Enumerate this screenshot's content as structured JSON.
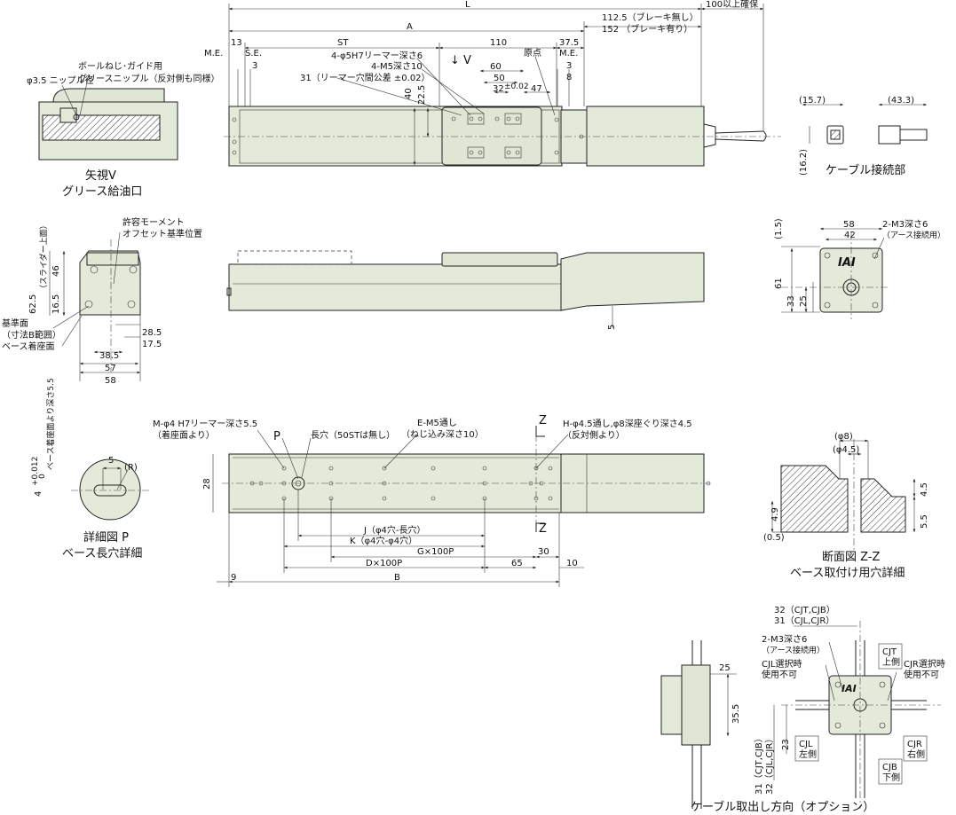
{
  "top_view": {
    "L": "L",
    "A": "A",
    "ST": "ST",
    "d110": "110",
    "d37_5": "37.5",
    "d13": "13",
    "me_left": "M.E.",
    "se": "S.E.",
    "d3_left": "3",
    "brake_none": "112.5（ブレーキ無し）",
    "brake_with": "152 （ブレーキ有り）",
    "clearance": "100以上確保",
    "reamer4": "4-φ5H7リーマー深さ6",
    "m5_4": "4-M5深さ10",
    "reamer_tol": "31（リーマー穴間公差 ±0.02）",
    "d60": "60",
    "d50": "50",
    "d32": "32",
    "d32_tol": "±0.02",
    "d47": "47",
    "origin": "原点",
    "me_right": "M.E.",
    "d3_right": "3",
    "d8": "8",
    "d40": "40",
    "d22_5": "22.5",
    "arrow_v": "↓ V"
  },
  "nipple": {
    "phi35": "φ3.5 ニップル径",
    "ball": "ボールねじ･ガイド用",
    "grease": "グリースニップル（反対側も同様）",
    "caption1": "矢視V",
    "caption2": "グリース給油口"
  },
  "cable_conn": {
    "d15_7": "(15.7)",
    "d43_3": "(43.3)",
    "d16_2": "(16.2)",
    "caption": "ケーブル接続部"
  },
  "end_view": {
    "moment1": "許容モーメント",
    "moment2": "オフセット基準位置",
    "d46": "46",
    "d62_5": "62.5",
    "slider_top": "（スライダー上面）",
    "d16_5": "16.5",
    "ref1": "基準面",
    "ref2": "（寸法B範囲）",
    "base_seat": "ベース着座面",
    "d28_5": "28.5",
    "d17_5": "17.5",
    "d38_5": "38.5",
    "d57": "57",
    "d58": "58"
  },
  "side_view": {
    "d5": "5"
  },
  "motor_end": {
    "d1_5": "(1.5)",
    "d58": "58",
    "d42": "42",
    "m3": "2-M3深さ6",
    "earth": "（アース接続用）",
    "d61": "61",
    "d33": "33",
    "d25": "25",
    "logo": "IAI"
  },
  "detail_p": {
    "tol_top": "+0.012",
    "tol_bot": "0",
    "dim4": "4",
    "depth": "ベース着座面より深さ5.5",
    "d5": "5",
    "R": "(R)",
    "caption1": "詳細図 P",
    "caption2": "ベース長穴詳細"
  },
  "bottom_view": {
    "mreamer": "M-φ4 H7リーマー深さ5.5",
    "seat": "（着座面より）",
    "P": "P",
    "slot": "長穴（50STは無し）",
    "em5": "E-M5通し",
    "screw": "（ねじ込み深さ10）",
    "h45": "H-φ4.5通し,φ8深座ぐり深さ4.5",
    "opp": "（反対側より）",
    "Z": "Z",
    "d28": "28",
    "J": "J（φ4穴-長穴）",
    "K": "K（φ4穴-φ4穴）",
    "G": "G×100P",
    "D": "D×100P",
    "d30": "30",
    "d65": "65",
    "d10": "10",
    "d9": "9",
    "B": "B"
  },
  "section_zz": {
    "phi8": "(φ8)",
    "phi4_5": "(φ4.5)",
    "d4_5": "4.5",
    "d5_5": "5.5",
    "d4_9": "4.9",
    "d0_5": "(0.5)",
    "caption1": "断面図 Z-Z",
    "caption2": "ベース取付け用穴詳細"
  },
  "cable_dir": {
    "d25": "25",
    "d35_5": "35.5",
    "d32a": "32（CJT,CJB）",
    "d31a": "31（CJL,CJR）",
    "m3": "2-M3深さ6",
    "earth": "（アース接続用）",
    "cjl_sel1": "CJL選択時",
    "cjl_sel2": "使用不可",
    "cjr_sel1": "CJR選択時",
    "cjr_sel2": "使用不可",
    "cjt1": "CJT",
    "cjt2": "上側",
    "cjl1": "CJL",
    "cjl2": "左側",
    "cjr1": "CJR",
    "cjr2": "右側",
    "cjb1": "CJB",
    "cjb2": "下側",
    "d23": "23",
    "d31b": "31（CJT,CJB）",
    "d32b": "32（CJL,CJR）",
    "caption": "ケーブル取出し方向（オプション）",
    "logo": "IAI"
  }
}
